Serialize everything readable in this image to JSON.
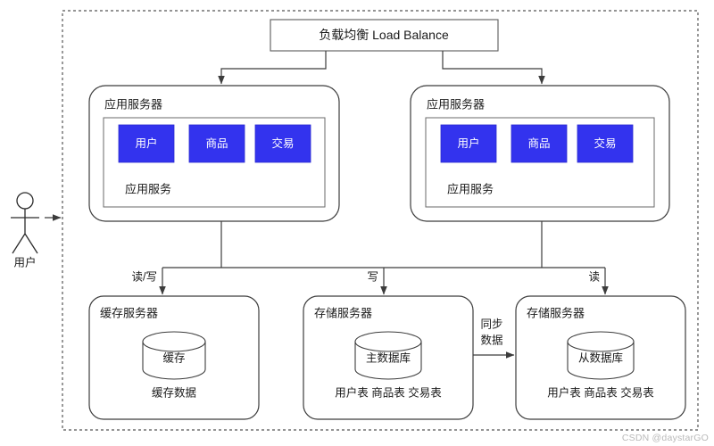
{
  "diagram": {
    "title": "负载均衡 Load Balance",
    "colors": {
      "tile_blue": "#3333ee",
      "stroke": "#3c3c3c",
      "boundary": "#555555",
      "watermark": "#b9b9b9"
    },
    "actor": {
      "label": "用户",
      "icon": "stick-figure-actor"
    },
    "load_balancer": {
      "label": "负载均衡 Load Balance"
    },
    "app_servers": [
      {
        "title": "应用服务器",
        "service_label": "应用服务",
        "modules": [
          "用户",
          "商品",
          "交易"
        ]
      },
      {
        "title": "应用服务器",
        "service_label": "应用服务",
        "modules": [
          "用户",
          "商品",
          "交易"
        ]
      }
    ],
    "data_servers": [
      {
        "title": "缓存服务器",
        "store_label": "缓存",
        "footer": "缓存数据"
      },
      {
        "title": "存储服务器",
        "store_label": "主数据库",
        "footer": "用户表 商品表 交易表"
      },
      {
        "title": "存储服务器",
        "store_label": "从数据库",
        "footer": "用户表 商品表 交易表"
      }
    ],
    "edge_labels": {
      "cache_access": "读/写",
      "master_write": "写",
      "slave_read": "读",
      "replication_line1": "同步",
      "replication_line2": "数据"
    },
    "watermark": "CSDN @daystarGO"
  }
}
